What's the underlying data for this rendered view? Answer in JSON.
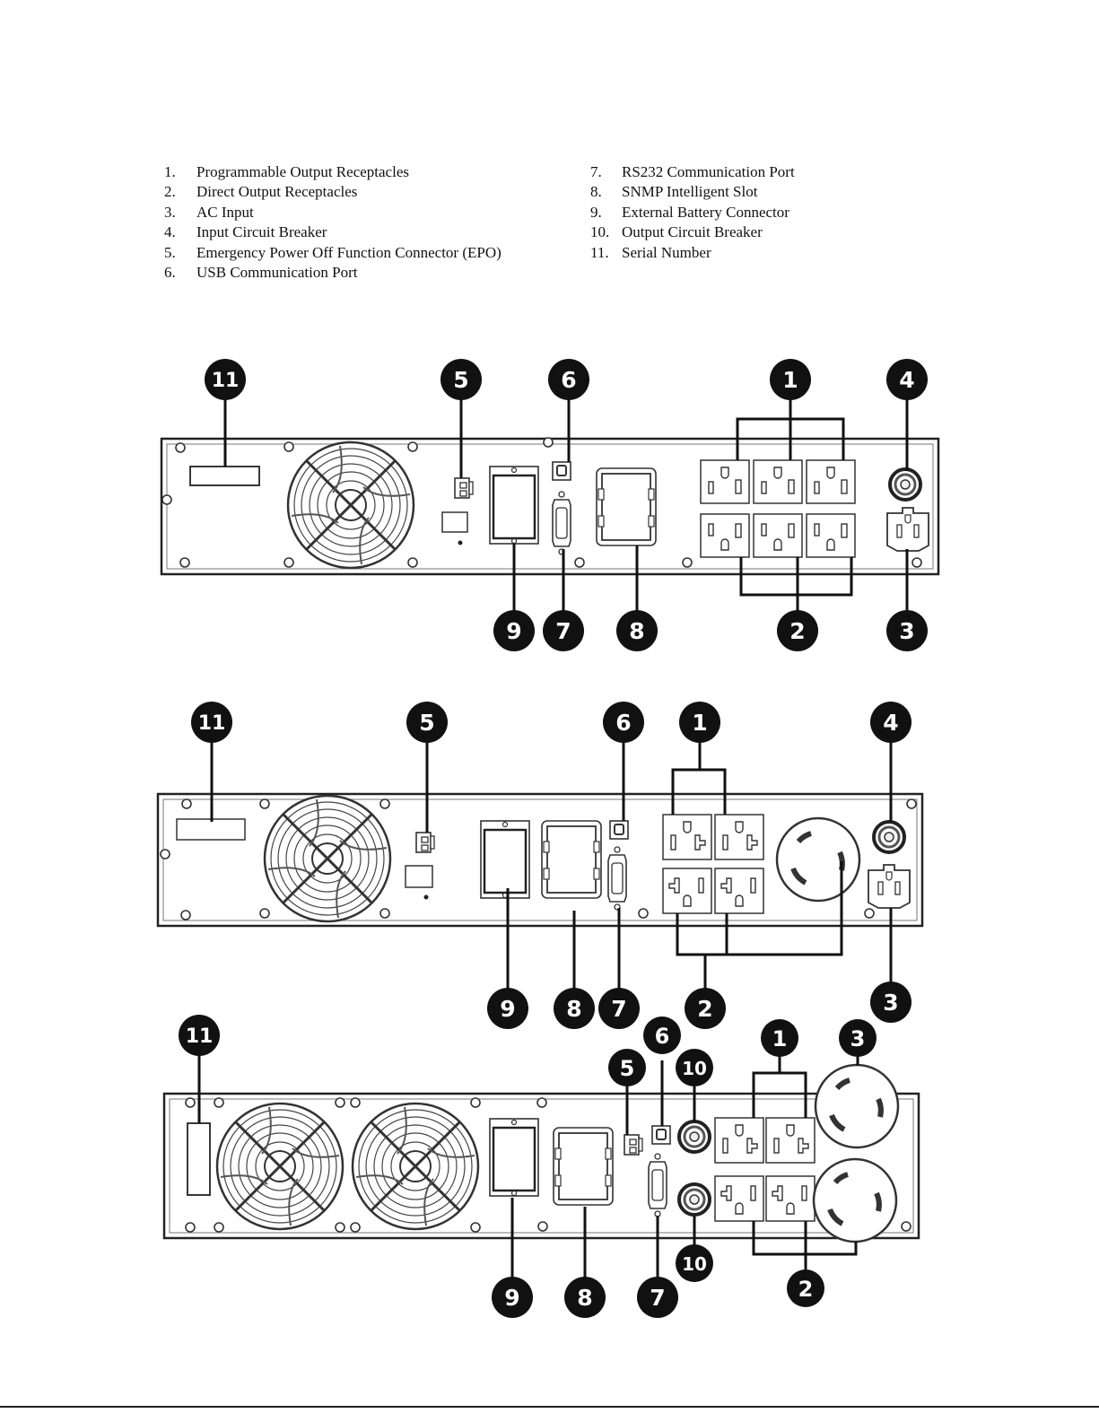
{
  "legend": [
    {
      "num": "1.",
      "label": "Programmable Output Receptacles"
    },
    {
      "num": "2.",
      "label": "Direct Output Receptacles"
    },
    {
      "num": "3.",
      "label": "AC Input"
    },
    {
      "num": "4.",
      "label": "Input Circuit Breaker"
    },
    {
      "num": "5.",
      "label": "Emergency Power Off Function Connector (EPO)"
    },
    {
      "num": "6.",
      "label": "USB Communication Port"
    },
    {
      "num": "7.",
      "label": "RS232 Communication Port"
    },
    {
      "num": "8.",
      "label": "SNMP Intelligent Slot"
    },
    {
      "num": "9.",
      "label": "External Battery Connector"
    },
    {
      "num": "10.",
      "label": "Output Circuit Breaker"
    },
    {
      "num": "11.",
      "label": "Serial Number"
    }
  ],
  "callouts": {
    "n1": "1",
    "n2": "2",
    "n3": "3",
    "n4": "4",
    "n5": "5",
    "n6": "6",
    "n7": "7",
    "n8": "8",
    "n9": "9",
    "n10": "10",
    "n11": "11"
  }
}
